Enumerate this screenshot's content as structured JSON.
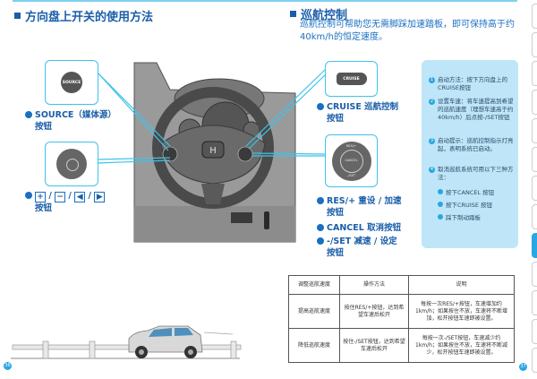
{
  "left_page": {
    "title": "方向盘上开关的使用方法",
    "source_button_icon_text": "SOURCE",
    "source_label_line1": "SOURCE（媒体源）",
    "source_label_line2": "按钮",
    "nav_keys": [
      "+",
      "−",
      "◀",
      "▶"
    ],
    "nav_separator": "/",
    "nav_label_line2": "按钮",
    "page_number": "36"
  },
  "right_page": {
    "title": "巡航控制",
    "intro": "巡航控制可帮助您无需脚踩加速踏板，即可保持高于约40km/h的恒定速度。",
    "cruise_button_icon_text": "CRUISE",
    "cruise_label_line1": "CRUISE 巡航控制",
    "cruise_label_line2": "按钮",
    "dial_labels": {
      "top": "RES/+",
      "center": "CANCEL",
      "bottom": "-/SET"
    },
    "res_label_line1": "RES/+ 重设 / 加速",
    "res_label_line2": "按钮",
    "cancel_label": "CANCEL 取消按钮",
    "set_label_line1": "-/SET 减速 / 设定",
    "set_label_line2": "按钮",
    "info_panel": {
      "items": [
        {
          "num": "1",
          "text": "启动方法：按下方向盘上的CRUISE按钮"
        },
        {
          "num": "2",
          "text": "设置车速：将车速提高到希望的巡航速度（理想车速高于约40km/h）后点按-/SET按钮"
        },
        {
          "num": "3",
          "text": "启动提示：巡航控制指示灯亮起，表明系统已启动。"
        },
        {
          "num": "4",
          "text": "取消巡航系统可用以下三种方法："
        }
      ],
      "sub_items": [
        "按下CANCEL 按钮",
        "按下CRUISE 按钮",
        "踩下制动踏板"
      ]
    },
    "table": {
      "headers": [
        "调整巡航速度",
        "操作方法",
        "说明"
      ],
      "rows": [
        [
          "提高巡航速度",
          "按住RES/+按钮，达到希望车速后松开",
          "每按一次RES/+按钮，车速增加约1km/h；如果按住不放，车速将不断增加，松开按钮车速即被设置。"
        ],
        [
          "降低巡航速度",
          "按住-/SET按钮，达到希望车速后松开",
          "每按一次-/SET按钮，车速减少约1km/h；如果按住不放，车速将不断减少，松开按钮车速即被设置。"
        ]
      ]
    },
    "page_number": "37"
  },
  "side_tabs": {
    "count": 13,
    "active_index": 8
  },
  "colors": {
    "accent": "#1a5ea8",
    "light_blue": "#29a6e3",
    "panel_bg": "#bfe6f8",
    "callout_border": "#3fc3ea"
  }
}
